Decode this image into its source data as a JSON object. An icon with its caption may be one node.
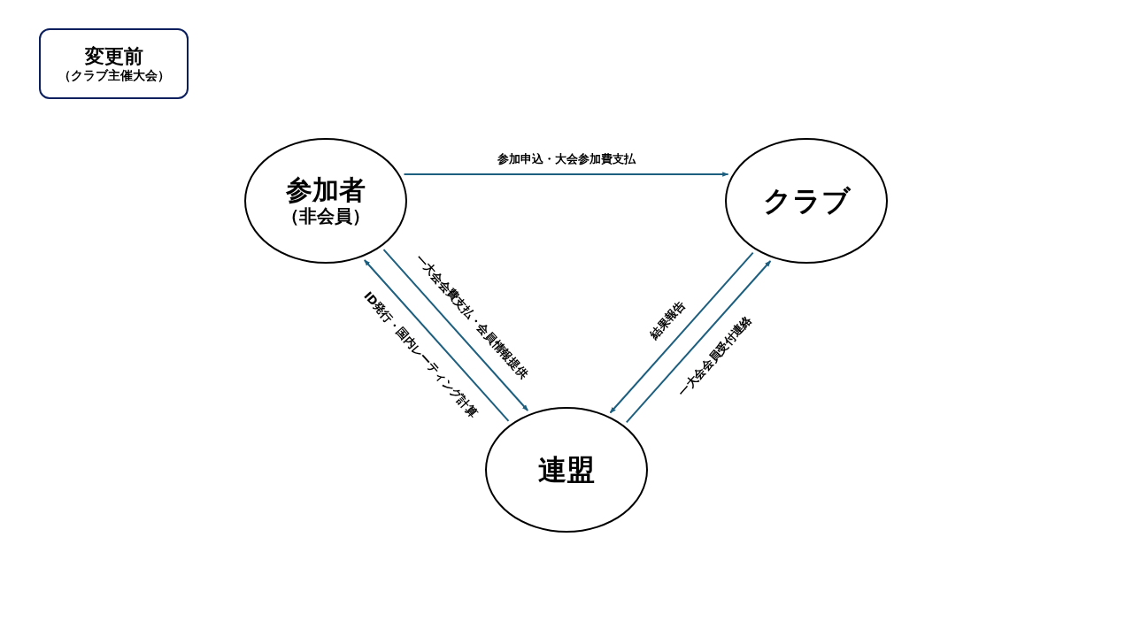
{
  "diagram": {
    "nodes": [
      {
        "text": [
          "変更前",
          "（クラブ主催大会）"
        ]
      },
      {
        "text": [
          "参加者",
          "（非会員）"
        ]
      },
      {
        "text": [
          "クラブ"
        ]
      },
      {
        "text": [
          "連盟"
        ]
      }
    ],
    "edges": [
      {
        "from": 1,
        "to": 2,
        "arrow": "to",
        "label": "参加申込・大会参加費支払"
      },
      {
        "from": 1,
        "to": 3,
        "arrow": "to",
        "label": "一大会会費支払・会員情報提供"
      },
      {
        "from": 3,
        "to": 1,
        "arrow": "to",
        "label": "ID発行・国内レーティング計算"
      },
      {
        "from": 2,
        "to": 3,
        "arrow": "to",
        "label": "結果報告"
      },
      {
        "from": 3,
        "to": 2,
        "arrow": "to",
        "label": "一大会会員受付連絡"
      }
    ]
  }
}
